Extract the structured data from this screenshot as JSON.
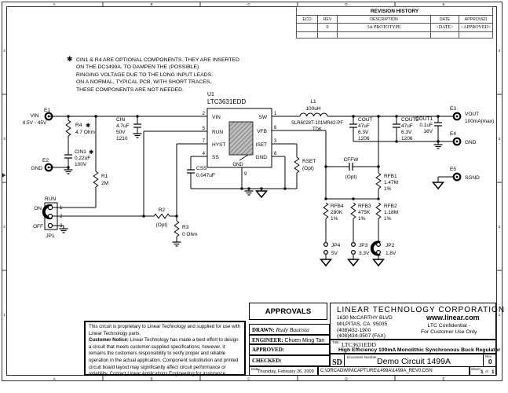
{
  "frame": {
    "cols": [
      "A",
      "B",
      "C",
      "D",
      "E"
    ],
    "rows": [
      "4",
      "3",
      "2",
      "1"
    ]
  },
  "revision_table": {
    "title": "REVISION HISTORY",
    "headers": {
      "eco": "ECO",
      "rev": "REV",
      "description": "DESCRIPTION",
      "date": "DATE",
      "approved": "APPROVED"
    },
    "row": {
      "rev": "0",
      "description": "1st PROTOTYPE",
      "date": "<DATE>",
      "approved": "<APPROVED>"
    }
  },
  "note": {
    "star": "✱",
    "line1": "CIN1 & R4 ARE OPTIONAL COMPONENTS. THEY ARE INSERTED",
    "line2": "ON THE DC1499A. TO DAMPEN THE (POSSIBLE)",
    "line3": "RINGING VOLTAGE DUE TO THE LONG INPUT LEADS.",
    "line4": "ON A NORMAL, TYPICAL PCB, WITH SHORT TRACES,",
    "line5": "THESE COMPONENTS ARE NOT NEEDED."
  },
  "circuit": {
    "e1": {
      "ref": "E1",
      "name": "VIN",
      "range": "4.5V - 45V"
    },
    "e2": {
      "ref": "E2",
      "name": "GND"
    },
    "e3": {
      "ref": "E3",
      "name": "VOUT",
      "rating": "100mA(max)"
    },
    "e4": {
      "ref": "E4",
      "name": "GND"
    },
    "e5": {
      "ref": "E5",
      "name": "SGND"
    },
    "r4": {
      "ref": "R4",
      "star": "✱",
      "value": "4.7 Ohm"
    },
    "cin1": {
      "ref": "CIN1",
      "star": "✱",
      "value": "0.22uF",
      "volt": "100V"
    },
    "cin": {
      "ref": "CIN",
      "value": "4.7uF",
      "volt": "50V",
      "size": "1210"
    },
    "r1": {
      "ref": "R1",
      "value": "2M"
    },
    "jp1": {
      "name": "RUN",
      "on": "ON",
      "off": "OFF",
      "ref": "JP1",
      "pin1": "1",
      "pin2": "2",
      "pin3": "3"
    },
    "r2": {
      "ref": "R2",
      "value": "(Opt)"
    },
    "r3": {
      "ref": "R3",
      "value": "0 Ohm"
    },
    "css": {
      "ref": "CSS",
      "value": "0.047uF"
    },
    "u1": {
      "ref": "U1",
      "part": "LTC3631EDD",
      "pins": {
        "vin": "VIN",
        "run": "RUN",
        "hyst": "HYST",
        "ss": "SS",
        "sw": "SW",
        "vfb": "VFB",
        "iset": "ISET",
        "gnd": "GND",
        "pad": "GND"
      },
      "nums": {
        "vin": "2",
        "run": "5",
        "hyst": "7",
        "ss": "4",
        "sw": "1",
        "vfb": "6",
        "iset": "3",
        "gnd": "8",
        "pad": "9"
      }
    },
    "l1": {
      "ref": "L1",
      "value": "100uH",
      "part": "SLR6028T-101MR42-PF",
      "mfr": "TDK"
    },
    "rset": {
      "ref": "RSET",
      "value": "(Opt)"
    },
    "cout": {
      "ref": "COUT",
      "value": "47uF",
      "volt": "6.3V",
      "size": "1206"
    },
    "cout2": {
      "ref": "COUT2",
      "value": "47uF",
      "volt": "6.3V",
      "size": "1206"
    },
    "cout1": {
      "ref": "COUT1",
      "value": "0.1uF",
      "volt": "16V"
    },
    "cffw": {
      "ref": "CFFW",
      "value": "(Opt)"
    },
    "rfb1": {
      "ref": "RFB1",
      "value": "1.47M",
      "tol": "1%"
    },
    "rfb4": {
      "ref": "RFB4",
      "value": "280K",
      "tol": "1%"
    },
    "rfb3": {
      "ref": "RFB3",
      "value": "475K",
      "tol": "1%"
    },
    "rfb2": {
      "ref": "RFB2",
      "value": "1.18M",
      "tol": "1%"
    },
    "jp4": {
      "ref": "JP4",
      "value": "5V"
    },
    "jp3": {
      "ref": "JP3",
      "value": "3.3V"
    },
    "jp2": {
      "ref": "JP2",
      "value": "1.8V"
    }
  },
  "disclaimer": {
    "intro": "This circuit is proprietary to Linear Technology and supplied for use with Linear Technology parts.",
    "notice_label": "Customer Notice:",
    "notice": " Linear Technology has made a best effort to design a circuit that meets customer-supplied specifications; however, it remains the customers responsibility to verify proper and reliable operation in the actual application. Component substitution and printed circuit board layout may significantly affect circuit performance or reliability. Contact Linear Applications Engineering for assistance."
  },
  "title_block": {
    "approvals": {
      "title": "APPROVALS",
      "drawn_label": "DRAWN:",
      "drawn": "Rudy Bautista",
      "engineer_label": "ENGINEER:",
      "engineer": "Chuen Ming Tan",
      "approved_label": "APPROVED:",
      "checked_label": "CHECKED:",
      "date_label": "Date:",
      "date": "Thursday, February 26, 2009"
    },
    "company": {
      "name": "LINEAR TECHNOLOGY CORPORATION",
      "address1": "1630 McCARTHY BLVD",
      "address2": "MILPITAS, CA. 95035",
      "phone": "(408)432-1900",
      "fax": "(408)434-0507 (FAX)",
      "website": "www.linear.com",
      "confidential1": "LTC Confidential -",
      "confidential2": "For Customer Use Only"
    },
    "title_label": "Title:",
    "part": "LTC3631EDD",
    "description": "High Efficiency 100mA Monolithic Synchronous Buck Regulator",
    "size": "SD",
    "doc_label": "Document Number",
    "doc": "Demo Circuit 1499A",
    "rev_label": "Rev",
    "rev": "0",
    "path": "C:\\ORCADWIN\\CAPTURE\\1499A\\1499A_REV0.DSN",
    "sheet_label": "Sheet",
    "sheet": "1",
    "of": "of",
    "total": "1"
  }
}
